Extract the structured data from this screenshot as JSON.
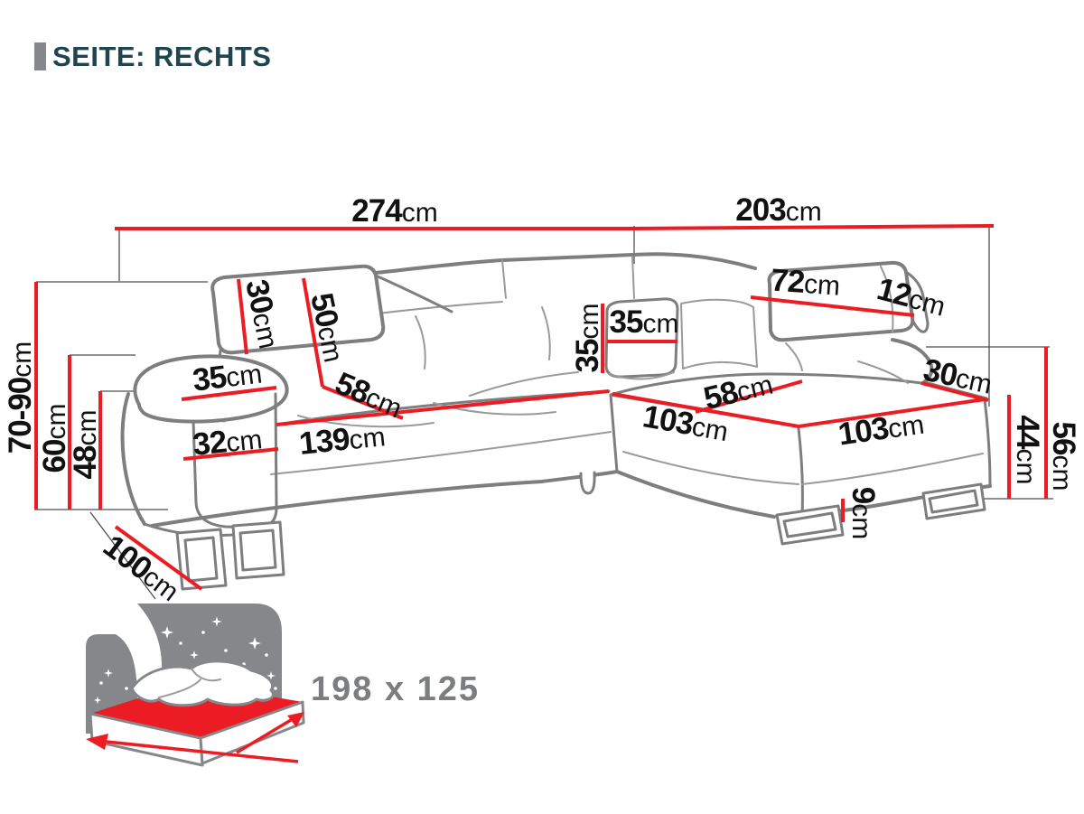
{
  "header": {
    "title": "SEITE: RECHTS"
  },
  "colors": {
    "dimension_line": "#ec1c24",
    "sofa_outline": "#7e7e7e",
    "title": "#21454e",
    "icon_gray": "#86878a",
    "bed_text_gray": "#7b7d80"
  },
  "dims": {
    "total_width_left": {
      "v": "274",
      "u": "cm"
    },
    "total_width_right": {
      "v": "203",
      "u": "cm"
    },
    "height_adjustable": {
      "v": "70-90",
      "u": "cm"
    },
    "height_arm": {
      "v": "60",
      "u": "cm"
    },
    "height_seat": {
      "v": "48",
      "u": "cm"
    },
    "headrest_left": {
      "v": "30",
      "u": "cm"
    },
    "backrest_left": {
      "v": "50",
      "u": "cm"
    },
    "seat_depth_left": {
      "v": "58",
      "u": "cm"
    },
    "armrest_top": {
      "v": "35",
      "u": "cm"
    },
    "armrest_side": {
      "v": "32",
      "u": "cm"
    },
    "seat_width_left": {
      "v": "139",
      "u": "cm"
    },
    "pillow_width": {
      "v": "35",
      "u": "cm"
    },
    "pillow_height": {
      "v": "35",
      "u": "cm"
    },
    "headrest_right": {
      "v": "72",
      "u": "cm"
    },
    "headrest_right_side": {
      "v": "12",
      "u": "cm"
    },
    "back_edge_right": {
      "v": "30",
      "u": "cm"
    },
    "seat_depth_right": {
      "v": "58",
      "u": "cm"
    },
    "chaise_left_edge": {
      "v": "103",
      "u": "cm"
    },
    "chaise_right_edge": {
      "v": "103",
      "u": "cm"
    },
    "height_back_right": {
      "v": "56",
      "u": "cm"
    },
    "height_seat_right": {
      "v": "44",
      "u": "cm"
    },
    "leg_height": {
      "v": "9",
      "u": "cm"
    },
    "depth_front": {
      "v": "100",
      "u": "cm"
    }
  },
  "bed": {
    "size": "198 x 125"
  }
}
